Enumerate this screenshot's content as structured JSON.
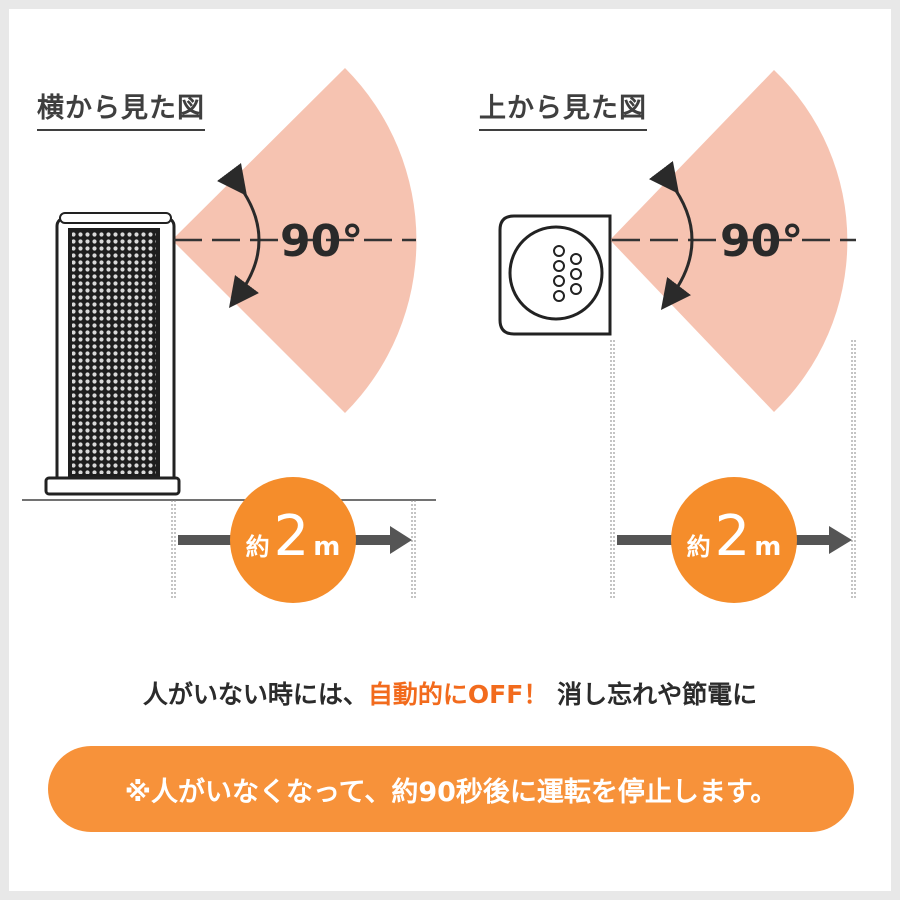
{
  "panels": {
    "side": {
      "title": "横から見た図",
      "angle": "90°",
      "distance": {
        "prefix": "約",
        "value": "2",
        "unit": "m"
      }
    },
    "top": {
      "title": "上から見た図",
      "angle": "90°",
      "distance": {
        "prefix": "約",
        "value": "2",
        "unit": "m"
      }
    }
  },
  "message": {
    "before": "人がいない時には、",
    "highlight": "自動的にOFF！",
    "after": "消し忘れや節電に"
  },
  "notice": {
    "text": "※人がいなくなって、約90秒後に運転を停止します。"
  },
  "colors": {
    "fan": "#f5b8a3",
    "orange": "#f58d2b",
    "accent_text": "#f26b1d",
    "notice_bg": "#f7923a",
    "line": "#333333",
    "arrow": "#555555"
  },
  "icons": {
    "heater": "tower-heater-icon",
    "heater_top": "heater-top-view-icon"
  }
}
